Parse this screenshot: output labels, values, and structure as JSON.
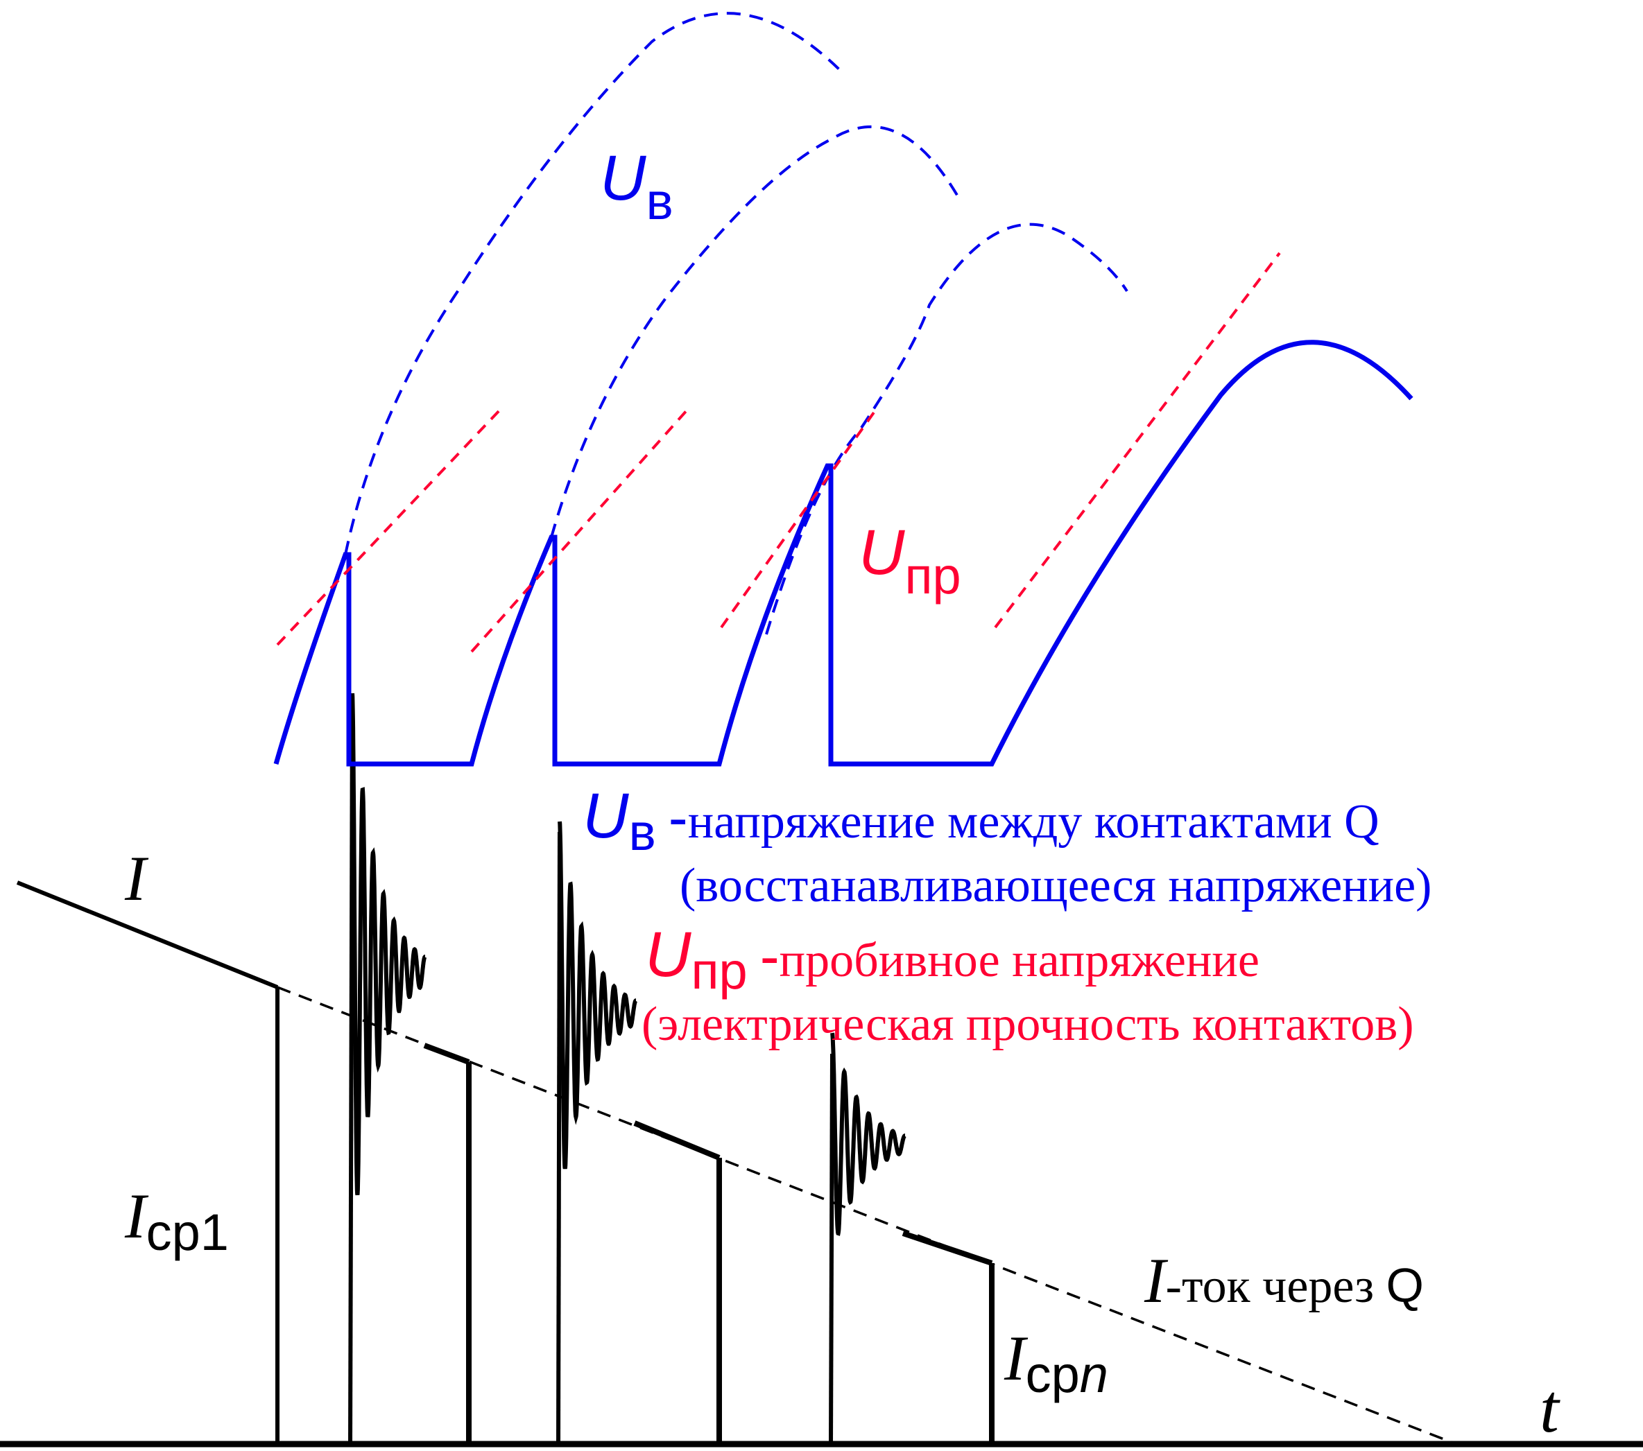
{
  "colors": {
    "voltage": "#0000ee",
    "breakdown": "#ff0033",
    "current": "#000000"
  },
  "labels": {
    "ub_symbol": "U",
    "ub_sub": "в",
    "upr_symbol": "U",
    "upr_sub": "пр",
    "i_symbol": "I",
    "icp1_symbol": "I",
    "icp1_sub": "ср1",
    "icpn_symbol": "I",
    "icpn_sub": "ср",
    "icpn_n": "n",
    "t_axis": "t"
  },
  "legend": {
    "ub_desc_symbol": "U",
    "ub_desc_sub": "в",
    "ub_desc_dash": "-",
    "ub_line1": "напряжение между контактами Q",
    "ub_line2": "(восстанавливающееся напряжение)",
    "upr_desc_symbol": "U",
    "upr_desc_sub": "пр",
    "upr_desc_dash": "-",
    "upr_line1": "пробивное напряжение",
    "upr_line2": "(электрическая прочность контактов)",
    "i_desc_symbol": "I",
    "i_desc_text": "-ток через ",
    "i_desc_q": "Q"
  }
}
